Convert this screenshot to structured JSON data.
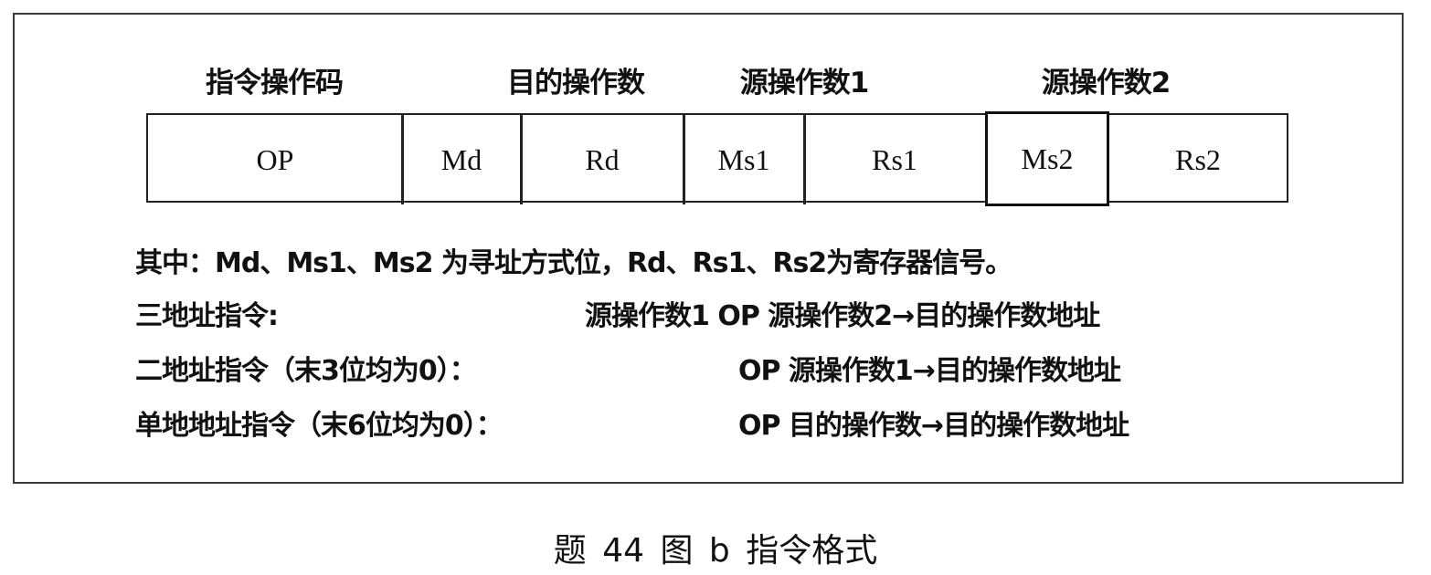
{
  "labels": {
    "opcode": "指令操作码",
    "dest": "目的操作数",
    "src1": "源操作数1",
    "src2": "源操作数2"
  },
  "fields": [
    "OP",
    "Md",
    "Rd",
    "Ms1",
    "Rs1",
    "Ms2",
    "Rs2"
  ],
  "note": "其中：Md、Ms1、Ms2 为寻址方式位，Rd、Rs1、Rs2为寄存器信号。",
  "instructions": [
    {
      "name": "三地址指令:",
      "expr": "源操作数1 OP 源操作数2→目的操作数地址"
    },
    {
      "name": "二地址指令（末3位均为0）：",
      "expr": "OP 源操作数1→目的操作数地址"
    },
    {
      "name": "单地地址指令（末6位均为0）：",
      "expr": "OP 目的操作数→目的操作数地址"
    }
  ],
  "caption": "题 44 图 b   指令格式"
}
